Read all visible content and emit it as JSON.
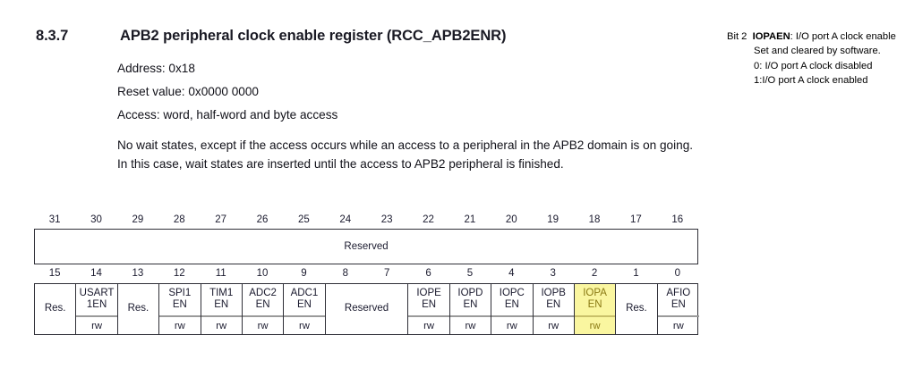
{
  "heading": {
    "section_number": "8.3.7",
    "title": "APB2 peripheral clock enable register (RCC_APB2ENR)"
  },
  "details": {
    "address": "Address: 0x18",
    "reset_value": "Reset value: 0x0000 0000",
    "access": "Access: word, half-word and byte access",
    "note": "No wait states, except if the access occurs while an access to a peripheral in the APB2 domain is on going. In this case, wait states are inserted until the access to APB2 peripheral is finished."
  },
  "annotation": {
    "bit_label": "Bit 2",
    "field_name": "IOPAEN",
    "description": ": I/O port A clock enable",
    "line2": "Set and cleared by software.",
    "line3": "0: I/O port A clock disabled",
    "line4": "1:I/O port A clock enabled"
  },
  "register_table": {
    "high_bits": [
      "31",
      "30",
      "29",
      "28",
      "27",
      "26",
      "25",
      "24",
      "23",
      "22",
      "21",
      "20",
      "19",
      "18",
      "17",
      "16"
    ],
    "high_reserved_label": "Reserved",
    "low_bits": [
      "15",
      "14",
      "13",
      "12",
      "11",
      "10",
      "9",
      "8",
      "7",
      "6",
      "5",
      "4",
      "3",
      "2",
      "1",
      "0"
    ],
    "fields": [
      {
        "name_l1": "Res.",
        "name_l2": "",
        "access": "",
        "span": 1,
        "highlight": false,
        "center": true
      },
      {
        "name_l1": "USART",
        "name_l2": "1EN",
        "access": "rw",
        "span": 1,
        "highlight": false,
        "center": false
      },
      {
        "name_l1": "Res.",
        "name_l2": "",
        "access": "",
        "span": 1,
        "highlight": false,
        "center": true
      },
      {
        "name_l1": "SPI1",
        "name_l2": "EN",
        "access": "rw",
        "span": 1,
        "highlight": false,
        "center": false
      },
      {
        "name_l1": "TIM1",
        "name_l2": "EN",
        "access": "rw",
        "span": 1,
        "highlight": false,
        "center": false
      },
      {
        "name_l1": "ADC2",
        "name_l2": "EN",
        "access": "rw",
        "span": 1,
        "highlight": false,
        "center": false
      },
      {
        "name_l1": "ADC1",
        "name_l2": "EN",
        "access": "rw",
        "span": 1,
        "highlight": false,
        "center": false
      },
      {
        "name_l1": "Reserved",
        "name_l2": "",
        "access": "",
        "span": 2,
        "highlight": false,
        "center": true
      },
      {
        "name_l1": "IOPE",
        "name_l2": "EN",
        "access": "rw",
        "span": 1,
        "highlight": false,
        "center": false
      },
      {
        "name_l1": "IOPD",
        "name_l2": "EN",
        "access": "rw",
        "span": 1,
        "highlight": false,
        "center": false
      },
      {
        "name_l1": "IOPC",
        "name_l2": "EN",
        "access": "rw",
        "span": 1,
        "highlight": false,
        "center": false
      },
      {
        "name_l1": "IOPB",
        "name_l2": "EN",
        "access": "rw",
        "span": 1,
        "highlight": false,
        "center": false
      },
      {
        "name_l1": "IOPA",
        "name_l2": "EN",
        "access": "rw",
        "span": 1,
        "highlight": true,
        "center": false
      },
      {
        "name_l1": "Res.",
        "name_l2": "",
        "access": "",
        "span": 1,
        "highlight": false,
        "center": true
      },
      {
        "name_l1": "AFIO",
        "name_l2": "EN",
        "access": "rw",
        "span": 1,
        "highlight": false,
        "center": false
      }
    ]
  },
  "colors": {
    "highlight_bg": "#faf6a0",
    "highlight_text": "#8a7a14",
    "border": "#2f2f37",
    "access_separator": "#9a9a9a"
  }
}
